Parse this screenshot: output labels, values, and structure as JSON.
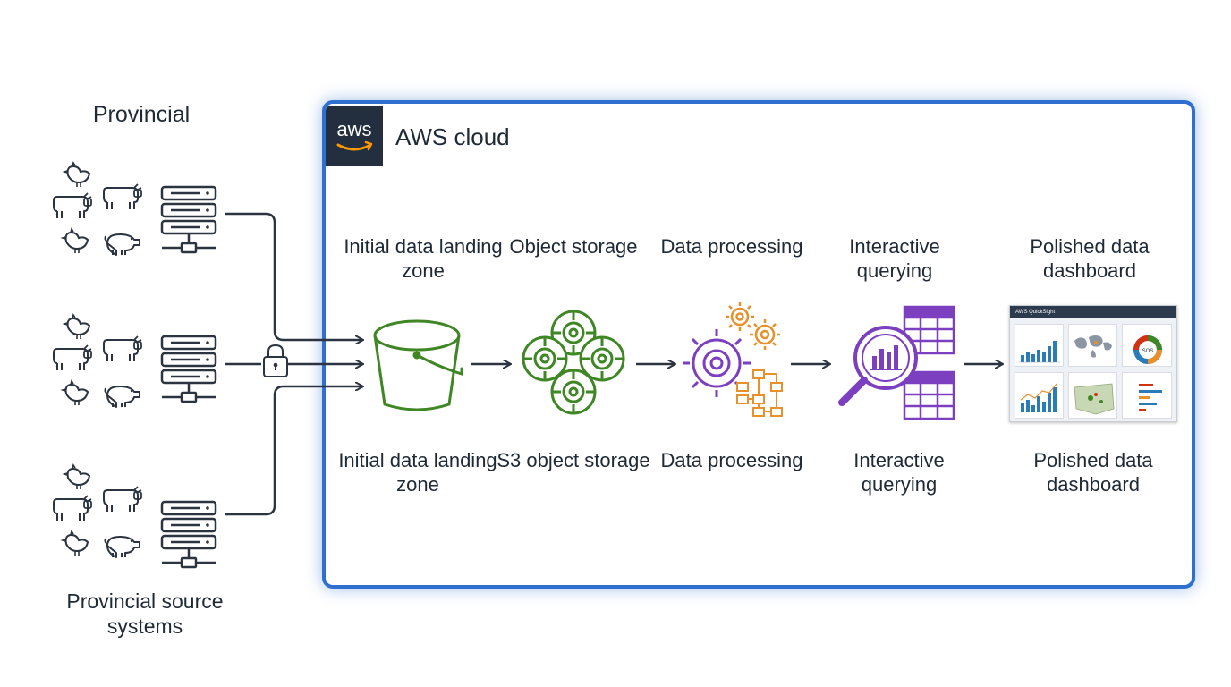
{
  "left": {
    "title": "Provincial",
    "footer": "Provincial source systems"
  },
  "cloud": {
    "logo_text": "aws",
    "title": "AWS cloud"
  },
  "stages": [
    {
      "top_label": "Initial data landing zone",
      "bottom_label": "Initial data landing zone",
      "icon": "bucket-icon",
      "color": "#3f8624"
    },
    {
      "top_label": "Object storage",
      "bottom_label": "S3 object storage",
      "icon": "object-storage-icon",
      "color": "#3f8624"
    },
    {
      "top_label": "Data processing",
      "bottom_label": "Data processing",
      "icon": "gears-icon",
      "color": "#7b3fbf"
    },
    {
      "top_label": "Interactive querying",
      "bottom_label": "Interactive querying",
      "icon": "magnifier-tables-icon",
      "color": "#7b3fbf"
    },
    {
      "top_label": "Polished data dashboard",
      "bottom_label": "Polished data dashboard",
      "icon": "dashboard-thumbnail",
      "color": "#2e6fcf"
    }
  ],
  "dashboard": {
    "header": "AWS QuickSight",
    "donut_label": "SOS"
  },
  "colors": {
    "cloud_border": "#2e6fcf",
    "aws_dark": "#232f3e",
    "aws_orange": "#ff9900",
    "storage_green": "#3f8624",
    "analytics_purple": "#7b3fbf",
    "processing_orange": "#e8902a",
    "line": "#2b3440"
  }
}
